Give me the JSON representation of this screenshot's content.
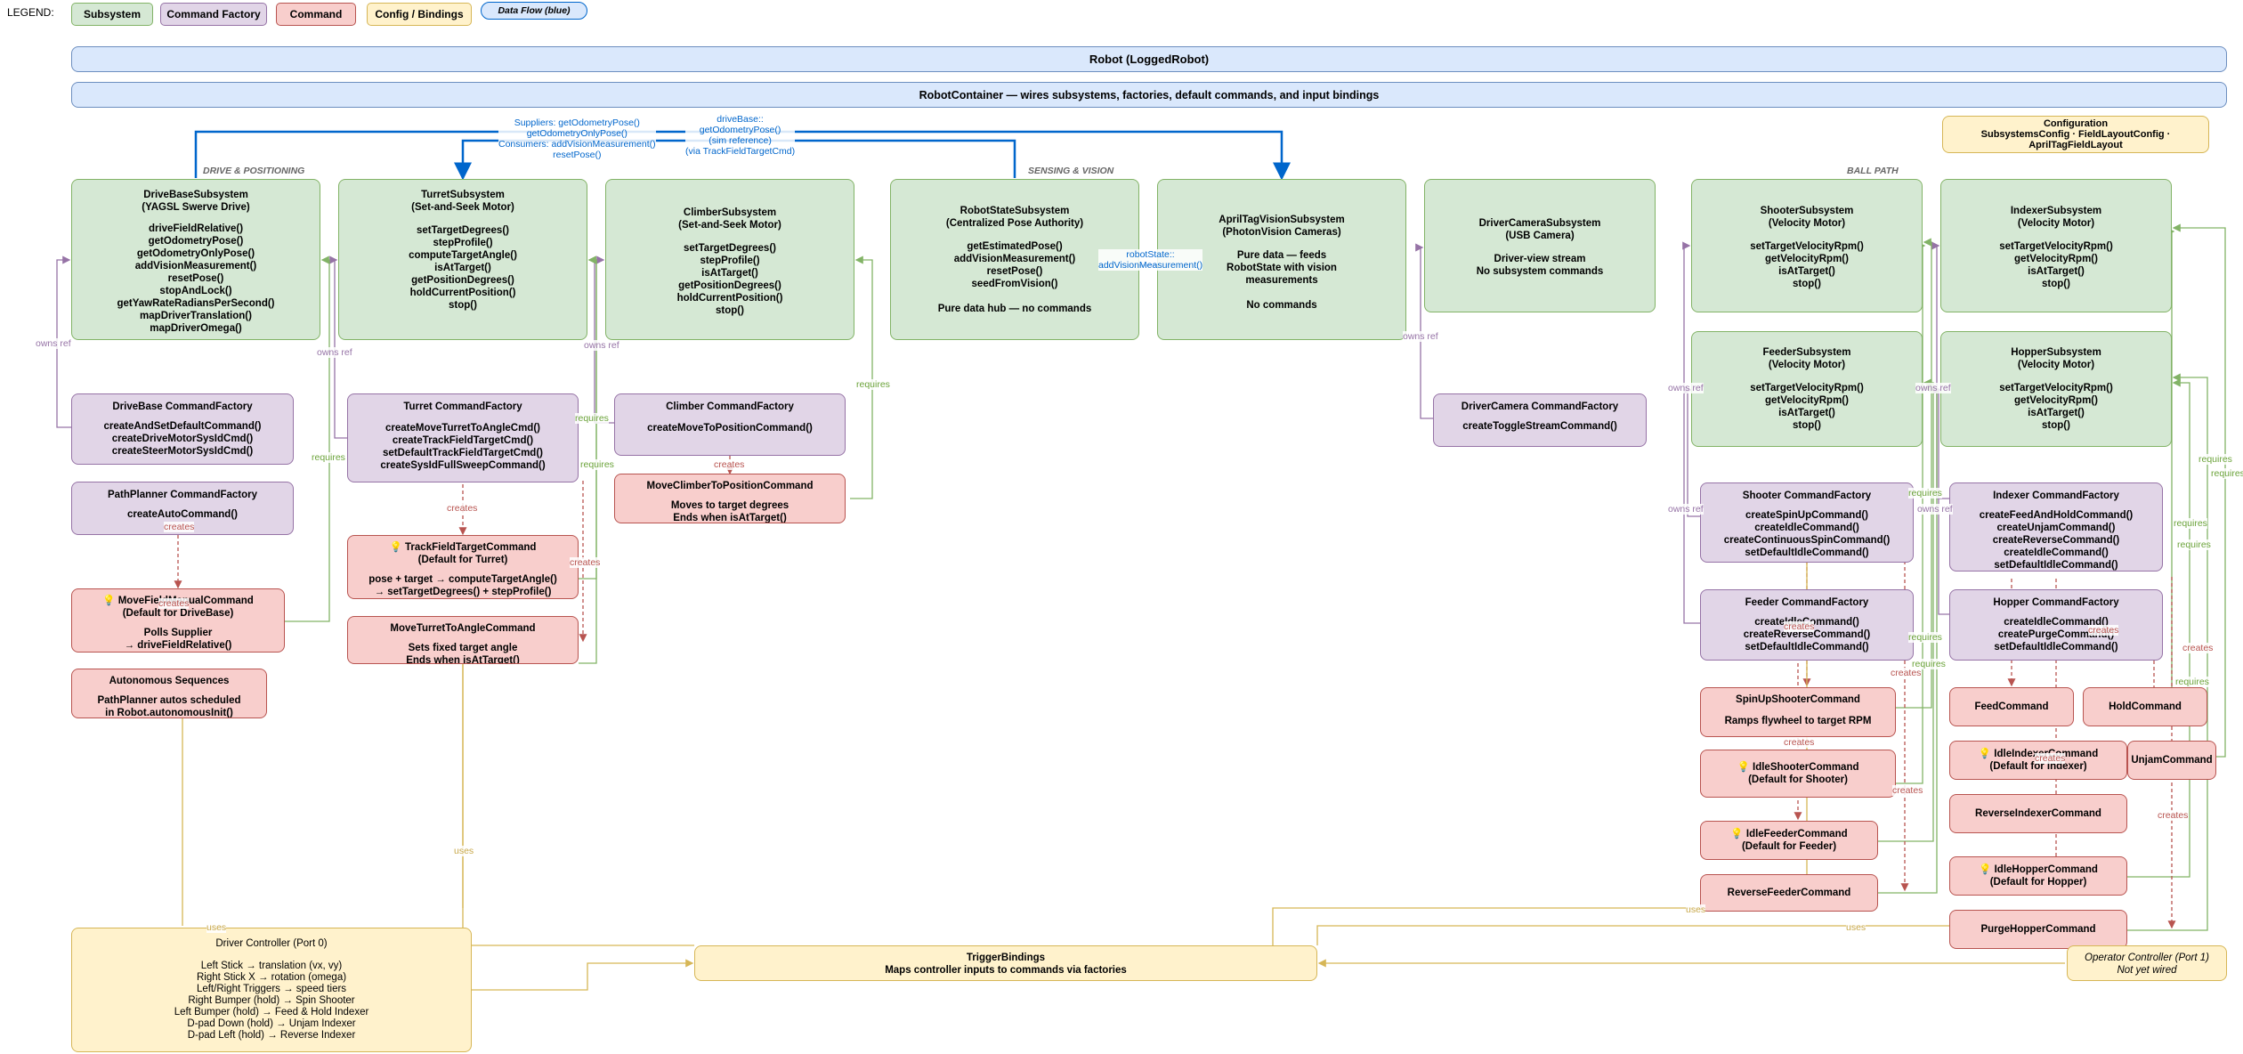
{
  "legend": {
    "title": "LEGEND:",
    "subsystem": "Subsystem",
    "factory": "Command Factory",
    "command": "Command",
    "config": "Config / Bindings",
    "dataflow": "Data Flow (blue)"
  },
  "banners": {
    "robot": "Robot (LoggedRobot)",
    "container": "RobotContainer — wires subsystems, factories, default commands, and input bindings"
  },
  "config": "Configuration\nSubsystemsConfig · FieldLayoutConfig ·\nAprilTagFieldLayout",
  "sections": {
    "drive": "DRIVE & POSITIONING",
    "sensing": "SENSING & VISION",
    "ball": "BALL PATH"
  },
  "subsystems": {
    "drivebase": {
      "title": "DriveBaseSubsystem\n(YAGSL Swerve Drive)",
      "body": "driveFieldRelative()\ngetOdometryPose()\ngetOdometryOnlyPose()\naddVisionMeasurement()\nresetPose()\nstopAndLock()\ngetYawRateRadiansPerSecond()\nmapDriverTranslation()\nmapDriverOmega()"
    },
    "turret": {
      "title": "TurretSubsystem\n(Set-and-Seek Motor)",
      "body": "setTargetDegrees()\nstepProfile()\ncomputeTargetAngle()\nisAtTarget()\ngetPositionDegrees()\nholdCurrentPosition()\nstop()"
    },
    "climber": {
      "title": "ClimberSubsystem\n(Set-and-Seek Motor)",
      "body": "setTargetDegrees()\nstepProfile()\nisAtTarget()\ngetPositionDegrees()\nholdCurrentPosition()\nstop()"
    },
    "robotstate": {
      "title": "RobotStateSubsystem\n(Centralized Pose Authority)",
      "body": "getEstimatedPose()\naddVisionMeasurement()\nresetPose()\nseedFromVision()\n\nPure data hub — no commands"
    },
    "apriltag": {
      "title": "AprilTagVisionSubsystem\n(PhotonVision Cameras)",
      "body": "Pure data — feeds\nRobotState with vision\nmeasurements\n\nNo commands"
    },
    "drivercam": {
      "title": "DriverCameraSubsystem\n(USB Camera)",
      "body": "Driver-view stream\nNo subsystem commands"
    },
    "shooter": {
      "title": "ShooterSubsystem\n(Velocity Motor)",
      "body": "setTargetVelocityRpm()\ngetVelocityRpm()\nisAtTarget()\nstop()"
    },
    "indexer": {
      "title": "IndexerSubsystem\n(Velocity Motor)",
      "body": "setTargetVelocityRpm()\ngetVelocityRpm()\nisAtTarget()\nstop()"
    },
    "feeder": {
      "title": "FeederSubsystem\n(Velocity Motor)",
      "body": "setTargetVelocityRpm()\ngetVelocityRpm()\nisAtTarget()\nstop()"
    },
    "hopper": {
      "title": "HopperSubsystem\n(Velocity Motor)",
      "body": "setTargetVelocityRpm()\ngetVelocityRpm()\nisAtTarget()\nstop()"
    }
  },
  "factories": {
    "drivebase": {
      "title": "DriveBase CommandFactory",
      "body": "createAndSetDefaultCommand()\ncreateDriveMotorSysIdCmd()\ncreateSteerMotorSysIdCmd()"
    },
    "pathplanner": {
      "title": "PathPlanner CommandFactory",
      "body": "createAutoCommand()"
    },
    "turret": {
      "title": "Turret CommandFactory",
      "body": "createMoveTurretToAngleCmd()\ncreateTrackFieldTargetCmd()\nsetDefaultTrackFieldTargetCmd()\ncreateSysIdFullSweepCommand()"
    },
    "climber": {
      "title": "Climber CommandFactory",
      "body": "createMoveToPositionCommand()"
    },
    "drivercam": {
      "title": "DriverCamera CommandFactory",
      "body": "createToggleStreamCommand()"
    },
    "shooter": {
      "title": "Shooter CommandFactory",
      "body": "createSpinUpCommand()\ncreateIdleCommand()\ncreateContinuousSpinCommand()\nsetDefaultIdleCommand()"
    },
    "indexer": {
      "title": "Indexer CommandFactory",
      "body": "createFeedAndHoldCommand()\ncreateUnjamCommand()\ncreateReverseCommand()\ncreateIdleCommand()\nsetDefaultIdleCommand()"
    },
    "feeder": {
      "title": "Feeder CommandFactory",
      "body": "createIdleCommand()\ncreateReverseCommand()\nsetDefaultIdleCommand()"
    },
    "hopper": {
      "title": "Hopper CommandFactory",
      "body": "createIdleCommand()\ncreatePurgeCommand()\nsetDefaultIdleCommand()"
    }
  },
  "commands": {
    "movefieldmanual": {
      "title": "💡 MoveFieldManualCommand\n(Default for DriveBase)",
      "body": "Polls Supplier\n→ driveFieldRelative()"
    },
    "autoseq": {
      "title": "Autonomous Sequences",
      "body": "PathPlanner autos scheduled\nin Robot.autonomousInit()"
    },
    "trackfield": {
      "title": "💡 TrackFieldTargetCommand\n(Default for Turret)",
      "body": "pose + target → computeTargetAngle()\n→ setTargetDegrees() + stepProfile()"
    },
    "moveturret": {
      "title": "MoveTurretToAngleCommand",
      "body": "Sets fixed target angle\nEnds when isAtTarget()"
    },
    "moveclimber": {
      "title": "MoveClimberToPositionCommand",
      "body": "Moves to target degrees\nEnds when isAtTarget()"
    },
    "spinup": {
      "title": "SpinUpShooterCommand",
      "body": "Ramps flywheel to target RPM"
    },
    "idleshooter": {
      "title": "💡 IdleShooterCommand\n(Default for Shooter)",
      "body": ""
    },
    "idlefeeder": {
      "title": "💡 IdleFeederCommand\n(Default for Feeder)",
      "body": ""
    },
    "reversefeeder": {
      "title": "ReverseFeederCommand",
      "body": ""
    },
    "feed": {
      "title": "FeedCommand",
      "body": ""
    },
    "hold": {
      "title": "HoldCommand",
      "body": ""
    },
    "idleindexer": {
      "title": "💡 IdleIndexerCommand\n(Default for Indexer)",
      "body": ""
    },
    "unjam": {
      "title": "UnjamCommand",
      "body": ""
    },
    "reverseindexer": {
      "title": "ReverseIndexerCommand",
      "body": ""
    },
    "idlehopper": {
      "title": "💡 IdleHopperCommand\n(Default for Hopper)",
      "body": ""
    },
    "purgehopper": {
      "title": "PurgeHopperCommand",
      "body": ""
    }
  },
  "bindings": {
    "driver": {
      "title": "Driver Controller (Port 0)",
      "body": "Left Stick → translation (vx, vy)\nRight Stick X → rotation (omega)\nLeft/Right Triggers → speed tiers\nRight Bumper (hold) → Spin Shooter\nLeft Bumper (hold) → Feed & Hold Indexer\nD-pad Down (hold) → Unjam Indexer\nD-pad Left (hold) → Reverse Indexer"
    },
    "trigger": {
      "title": "TriggerBindings",
      "body": "Maps controller inputs to commands via factories"
    },
    "operator": {
      "title": "Operator Controller (Port 1)",
      "body": "Not yet wired"
    }
  },
  "edge_labels": {
    "suppliers": "Suppliers: getOdometryPose()\ngetOdometryOnlyPose()\nConsumers: addVisionMeasurement()\nresetPose()",
    "drivebase_ref": "driveBase::\ngetOdometryPose()\n(sim reference)\n(via TrackFieldTargetCmd)",
    "robotstate_ref": "robotState::\naddVisionMeasurement()",
    "owns_ref": "owns ref",
    "requires": "requires",
    "creates": "creates",
    "uses": "uses"
  },
  "colors": {
    "subsystem": "#d5e8d4",
    "factory": "#e1d5e7",
    "command": "#f8cecc",
    "config": "#fff2cc",
    "dataflow": "#dae8fc",
    "edge_purple": "#9673a6",
    "edge_green": "#82b366",
    "edge_red": "#b85450",
    "edge_yellow": "#d6b656",
    "edge_blue": "#0066cc"
  }
}
